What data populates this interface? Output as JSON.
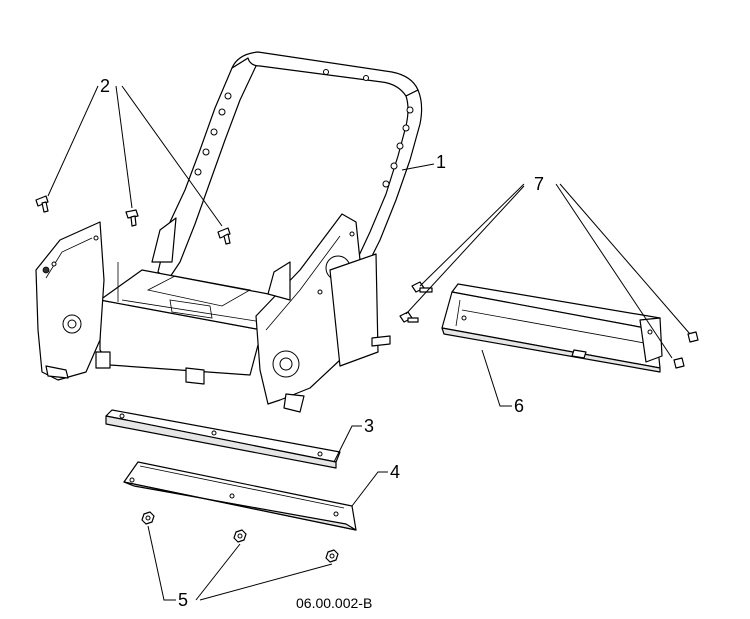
{
  "callouts": {
    "c1": "1",
    "c2": "2",
    "c3": "3",
    "c4": "4",
    "c5": "5",
    "c6": "6",
    "c7": "7"
  },
  "drawing_code": "06.00.002-B"
}
